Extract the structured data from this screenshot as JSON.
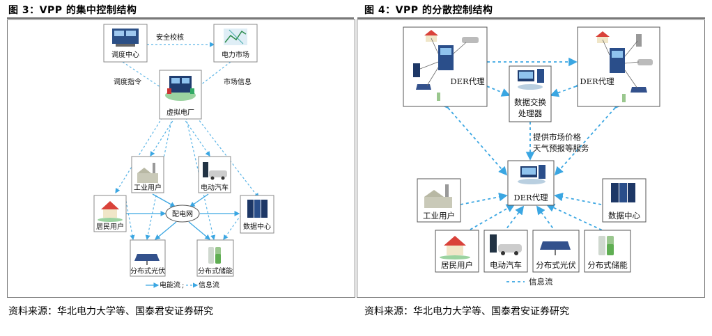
{
  "left": {
    "title": "图 3：VPP 的集中控制结构",
    "source": "资料来源：华北电力大学等、国泰君安证券研究",
    "nodes": {
      "dispatch": "调度中心",
      "market": "电力市场",
      "vpp": "虚拟电厂",
      "industrial": "工业用户",
      "ev": "电动汽车",
      "residential": "居民用户",
      "grid": "配电网",
      "datacenter": "数据中心",
      "pv": "分布式光伏",
      "storage": "分布式储能"
    },
    "edge_labels": {
      "safety_check": "安全校核",
      "dispatch_cmd": "调度指令",
      "market_info": "市场信息"
    },
    "legend": {
      "power_flow": "电能流",
      "info_flow": "信息流"
    }
  },
  "right": {
    "title": "图 4：VPP 的分散控制结构",
    "source": "资料来源：华北电力大学等、国泰君安证券研究",
    "nodes": {
      "der_left": "DER代理",
      "der_right": "DER代理",
      "exchange_line1": "数据交换",
      "exchange_line2": "处理器",
      "der_center": "DER代理",
      "industrial": "工业用户",
      "datacenter": "数据中心",
      "residential": "居民用户",
      "ev": "电动汽车",
      "pv": "分布式光伏",
      "storage": "分布式储能"
    },
    "edge_labels": {
      "service_line1": "提供市场价格",
      "service_line2": "天气预报等服务"
    },
    "legend": {
      "info_flow": "信息流"
    }
  },
  "colors": {
    "flow": "#3aa6e2",
    "frame": "#777777",
    "rule": "#6b6b6b"
  }
}
